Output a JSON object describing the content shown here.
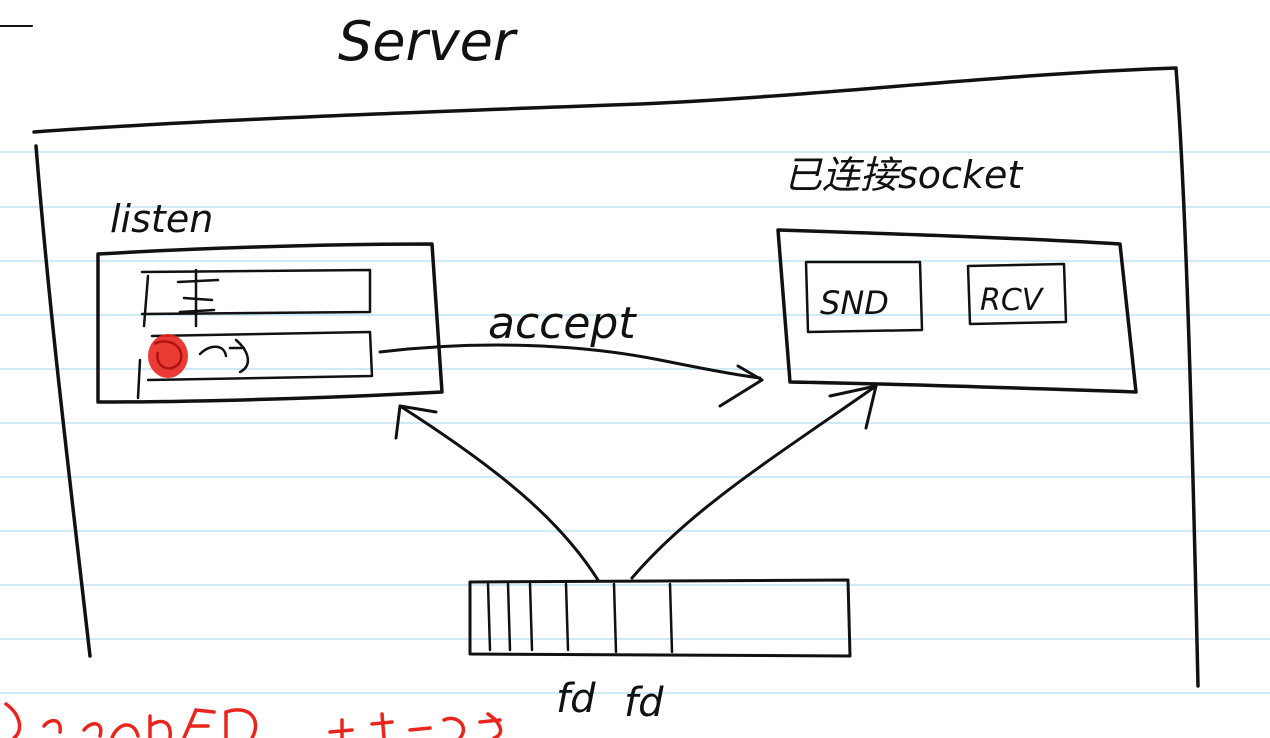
{
  "colors": {
    "ink": "#111111",
    "ruled_line": "#bfe3f2",
    "red_mark": "#e8261e",
    "paper": "#ffffff"
  },
  "diagram": {
    "server_label": "Server",
    "listen_label": "listen",
    "connected_label": "已连接socket",
    "accept_label": "accept",
    "snd_label": "SND",
    "rcv_label": "RCV",
    "fd_label_1": "fd",
    "fd_label_2": "fd"
  }
}
